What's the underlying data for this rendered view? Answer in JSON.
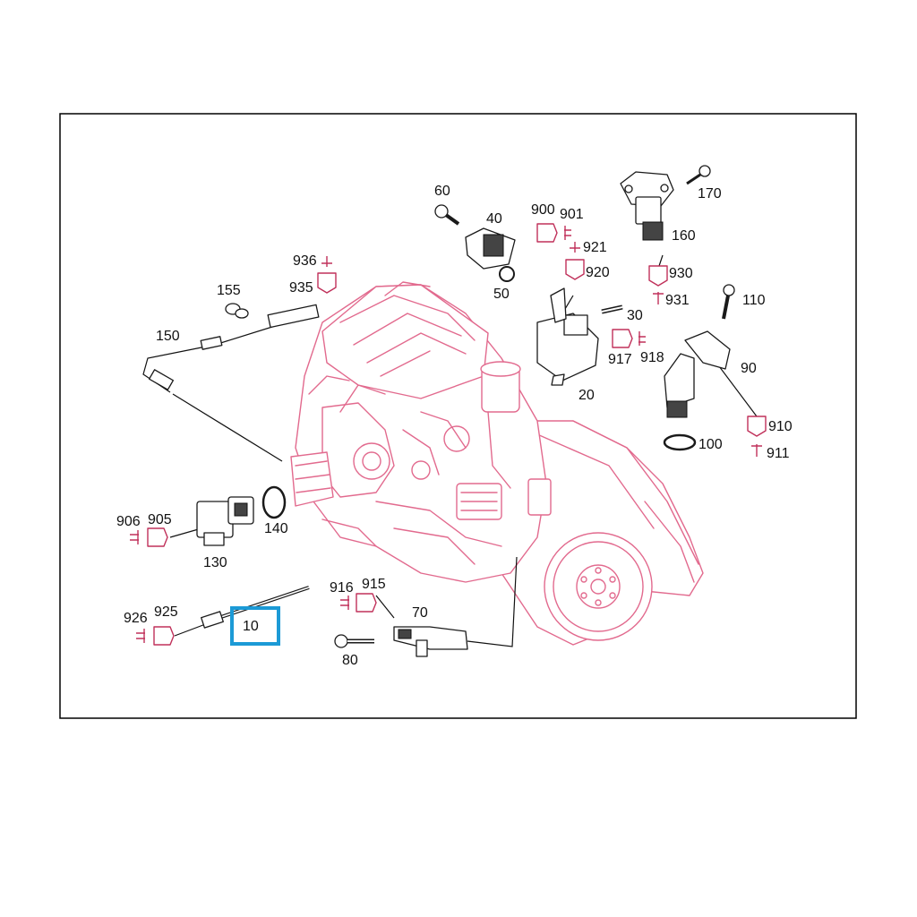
{
  "colors": {
    "frame": "#000000",
    "engine_line": "#e26a8e",
    "connector": "#c0305a",
    "highlight": "#1c9ad6",
    "label": "#111111"
  },
  "labels": {
    "l10": "10",
    "l20": "20",
    "l30": "30",
    "l40": "40",
    "l50": "50",
    "l60": "60",
    "l70": "70",
    "l80": "80",
    "l90": "90",
    "l100": "100",
    "l110": "110",
    "l130": "130",
    "l140": "140",
    "l150": "150",
    "l155": "155",
    "l160": "160",
    "l170": "170",
    "l900": "900",
    "l901": "901",
    "l905": "905",
    "l906": "906",
    "l910": "910",
    "l911": "911",
    "l915": "915",
    "l916": "916",
    "l917": "917",
    "l918": "918",
    "l920": "920",
    "l921": "921",
    "l925": "925",
    "l926": "926",
    "l930": "930",
    "l931": "931",
    "l935": "935",
    "l936": "936"
  },
  "highlighted_part": "10"
}
